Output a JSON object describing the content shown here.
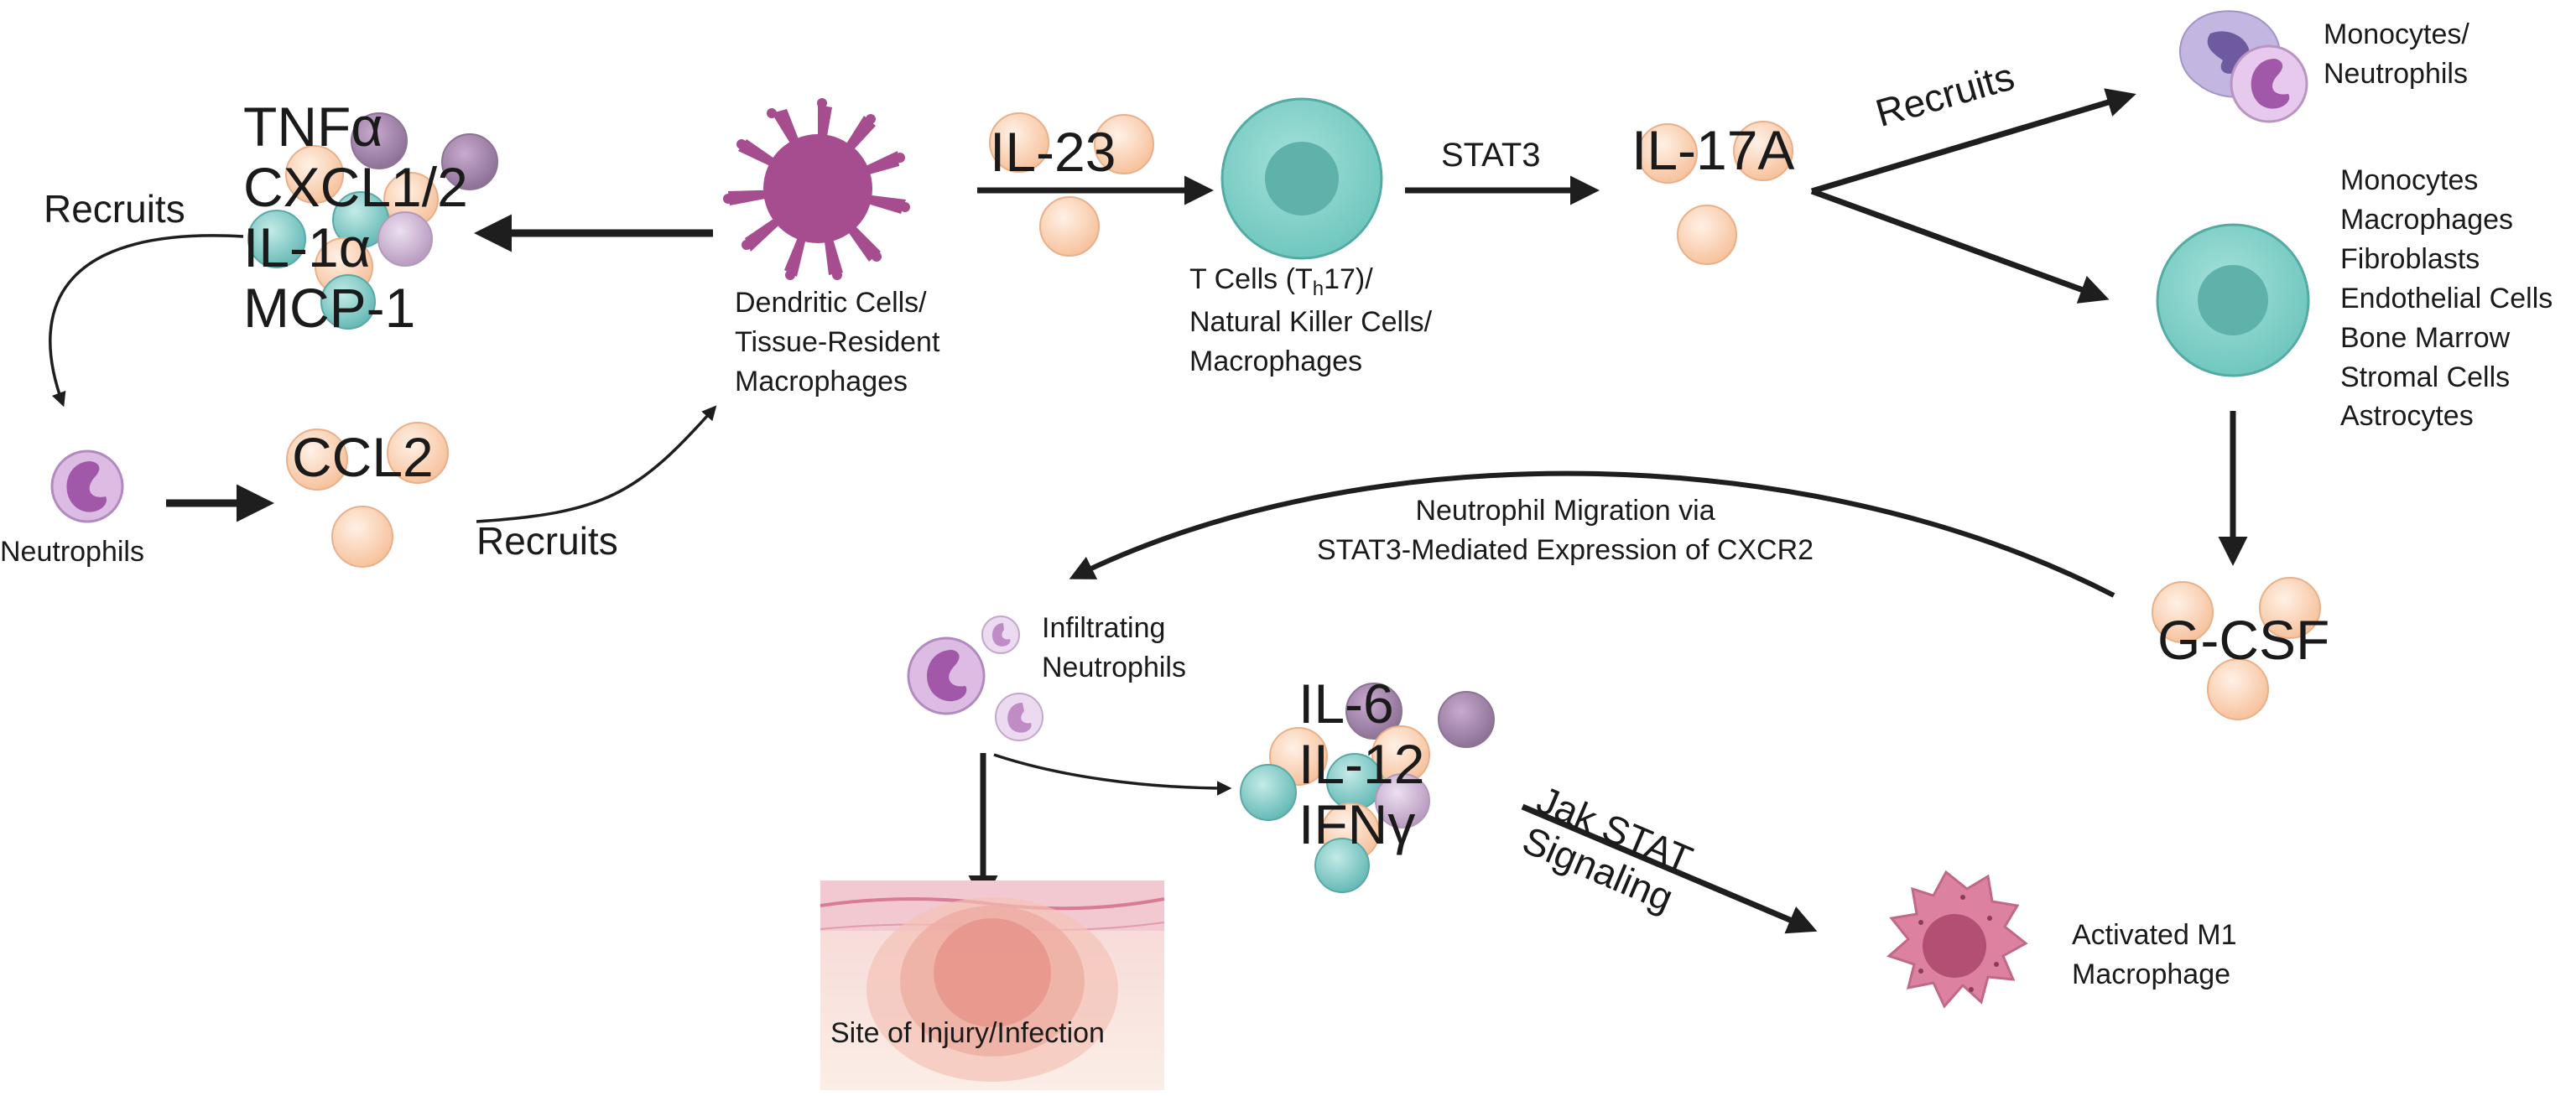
{
  "cytokines_left": [
    "TNFα",
    "CXCL1/2",
    "IL-1α",
    "MCP-1"
  ],
  "recruits_left": "Recruits",
  "neutrophils_left": "Neutrophils",
  "ccl2": "CCL2",
  "recruits_bottom": "Recruits",
  "dendritic": [
    "Dendritic Cells/",
    "Tissue-Resident",
    "Macrophages"
  ],
  "il23": "IL-23",
  "tcells": {
    "line1_prefix": "T Cells (T",
    "line1_sub": "h",
    "line1_suffix": "17)/",
    "line2": "Natural Killer Cells/",
    "line3": "Macrophages"
  },
  "stat3": "STAT3",
  "il17a": "IL-17A",
  "recruits_right": "Recruits",
  "mono_neut": [
    "Monocytes/",
    "Neutrophils"
  ],
  "target_cells": [
    "Monocytes",
    "Macrophages",
    "Fibroblasts",
    "Endothelial Cells",
    "Bone Marrow",
    "Stromal Cells",
    "Astrocytes"
  ],
  "migration": [
    "Neutrophil Migration via",
    "STAT3-Mediated Expression of CXCR2"
  ],
  "gcsf": "G-CSF",
  "infiltrating": [
    "Infiltrating",
    "Neutrophils"
  ],
  "cytokines_bottom": [
    "IL-6",
    "IL-12",
    "IFNγ"
  ],
  "jak": [
    "Jak STAT",
    "Signaling"
  ],
  "m1": [
    "Activated M1",
    "Macrophage"
  ],
  "site": "Site of Injury/Infection",
  "colors": {
    "arrow": "#1e1e1e",
    "peach": "#fcd2b5",
    "teal": "#8ed3cc",
    "purple": "#d6b8de",
    "nucleus": "#a258a8",
    "dendritic": "#a64d8f",
    "m1": "#dc82a0"
  }
}
